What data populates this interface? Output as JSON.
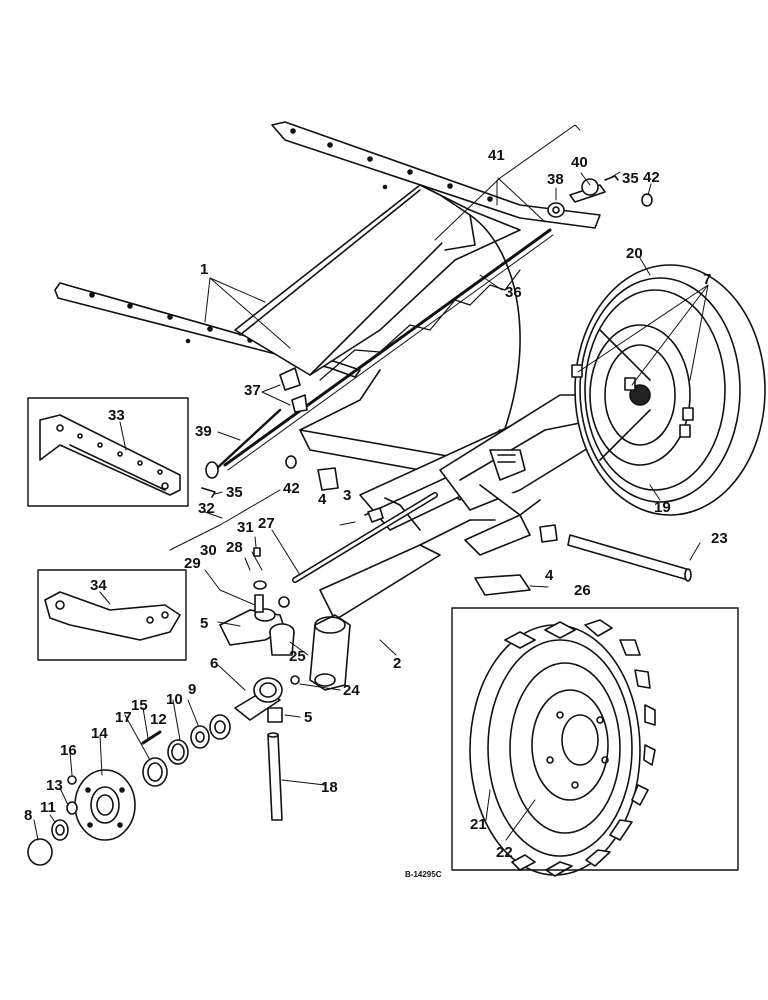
{
  "diagram": {
    "drawing_code": "B-14295C",
    "callouts": [
      {
        "id": "c41",
        "text": "41"
      },
      {
        "id": "c40",
        "text": "40"
      },
      {
        "id": "c35a",
        "text": "35"
      },
      {
        "id": "c42a",
        "text": "42"
      },
      {
        "id": "c38",
        "text": "38"
      },
      {
        "id": "c20",
        "text": "20"
      },
      {
        "id": "c7",
        "text": "7"
      },
      {
        "id": "c1",
        "text": "1"
      },
      {
        "id": "c36",
        "text": "36"
      },
      {
        "id": "c37",
        "text": "37"
      },
      {
        "id": "c33",
        "text": "33"
      },
      {
        "id": "c39",
        "text": "39"
      },
      {
        "id": "c42b",
        "text": "42"
      },
      {
        "id": "c4a",
        "text": "4"
      },
      {
        "id": "c3",
        "text": "3"
      },
      {
        "id": "c35b",
        "text": "35"
      },
      {
        "id": "c19",
        "text": "19"
      },
      {
        "id": "c32",
        "text": "32"
      },
      {
        "id": "c31",
        "text": "31"
      },
      {
        "id": "c27",
        "text": "27"
      },
      {
        "id": "c23",
        "text": "23"
      },
      {
        "id": "c30",
        "text": "30"
      },
      {
        "id": "c28",
        "text": "28"
      },
      {
        "id": "c29",
        "text": "29"
      },
      {
        "id": "c4b",
        "text": "4"
      },
      {
        "id": "c26",
        "text": "26"
      },
      {
        "id": "c34",
        "text": "34"
      },
      {
        "id": "c5a",
        "text": "5"
      },
      {
        "id": "c25",
        "text": "25"
      },
      {
        "id": "c2",
        "text": "2"
      },
      {
        "id": "c6",
        "text": "6"
      },
      {
        "id": "c24",
        "text": "24"
      },
      {
        "id": "c9",
        "text": "9"
      },
      {
        "id": "c10",
        "text": "10"
      },
      {
        "id": "c15",
        "text": "15"
      },
      {
        "id": "c12",
        "text": "12"
      },
      {
        "id": "c17",
        "text": "17"
      },
      {
        "id": "c14",
        "text": "14"
      },
      {
        "id": "c5b",
        "text": "5"
      },
      {
        "id": "c16",
        "text": "16"
      },
      {
        "id": "c13",
        "text": "13"
      },
      {
        "id": "c8",
        "text": "8"
      },
      {
        "id": "c11",
        "text": "11"
      },
      {
        "id": "c18",
        "text": "18"
      },
      {
        "id": "c21",
        "text": "21"
      },
      {
        "id": "c22",
        "text": "22"
      }
    ]
  }
}
